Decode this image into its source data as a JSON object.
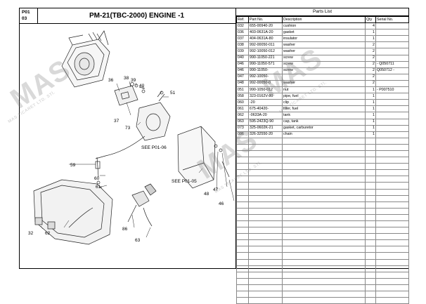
{
  "header": {
    "page_code_line1": "P01",
    "page_code_line2": "03",
    "title": "PM-21(TBC-2000) ENGINE -1"
  },
  "diagram": {
    "callouts": [
      "36",
      "38",
      "39",
      "40",
      "51",
      "37",
      "73",
      "SEE P01-06",
      "SEE P01-05",
      "48",
      "47",
      "46",
      "59",
      "60",
      "61",
      "86",
      "62",
      "32",
      "63"
    ]
  },
  "parts_list": {
    "title": "Parts List",
    "columns": [
      "Ref.",
      "Part No.",
      "Description",
      "Qty",
      "Serial No."
    ],
    "rows": [
      [
        "032",
        "655-00940-20",
        "cushion",
        "4",
        ""
      ],
      [
        "036",
        "403-0631A-20",
        "gasket",
        "1",
        ""
      ],
      [
        "037",
        "404-0631A-80",
        "insulator",
        "1",
        ""
      ],
      [
        "038",
        "992-00050-011",
        "washer",
        "2",
        ""
      ],
      [
        "039",
        "992-10050-012",
        "washer",
        "2",
        ""
      ],
      [
        "040",
        "990-11050-221",
        "screw",
        "2",
        ""
      ],
      [
        "046",
        "990-11050-571",
        "screw",
        "2",
        "- Q050711"
      ],
      [
        "046",
        "990-11050-",
        "screw",
        "2",
        "Q050712 -"
      ],
      [
        "047",
        "992-10050-",
        "",
        "2",
        ""
      ],
      [
        "048",
        "992-00050-0",
        "washer",
        "2",
        ""
      ],
      [
        "051",
        "990-1050-012",
        "nut",
        "1",
        "- P007510"
      ],
      [
        "058",
        "323-0162V-80",
        "pipe, fuel",
        "1",
        ""
      ],
      [
        "060",
        "-20",
        "clip",
        "1",
        ""
      ],
      [
        "061",
        "675-40420-",
        "filter, fuel",
        "1",
        ""
      ],
      [
        "062",
        "-0633A-20",
        "tank",
        "1",
        ""
      ],
      [
        "063",
        "595-2423Q-90",
        "cap, tank",
        "1",
        ""
      ],
      [
        "073",
        "325-0602K-21",
        "gasket, carburetor",
        "1",
        ""
      ],
      [
        "086",
        "326-32550-20",
        "chain",
        "1",
        ""
      ]
    ],
    "empty_rows": 26
  },
  "watermark": {
    "brand": "MAS",
    "company": "MAS TİCARET LTD. STİ."
  }
}
